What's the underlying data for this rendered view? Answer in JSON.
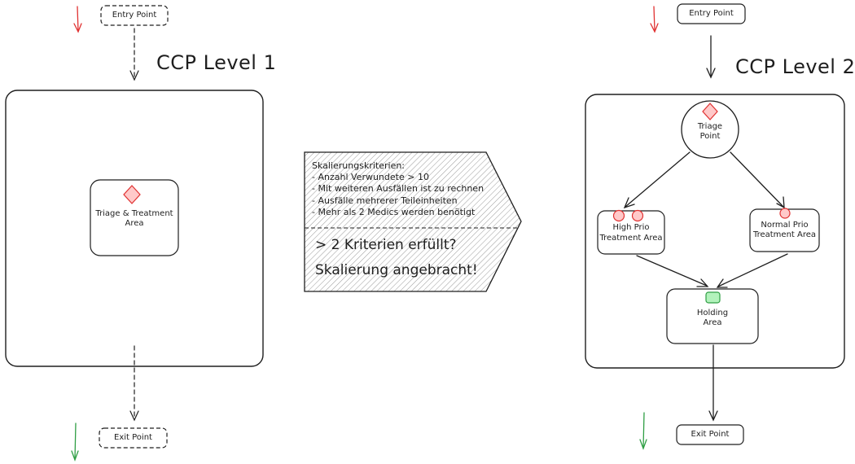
{
  "level1": {
    "title": "CCP Level 1",
    "entry_label": "Entry Point",
    "exit_label": "Exit Point",
    "area_label_line1": "Triage & Treatment",
    "area_label_line2": "Area"
  },
  "level2": {
    "title": "CCP Level 2",
    "entry_label": "Entry Point",
    "exit_label": "Exit Point",
    "triage_line1": "Triage",
    "triage_line2": "Point",
    "high_line1": "High Prio",
    "high_line2": "Treatment Area",
    "normal_line1": "Normal Prio",
    "normal_line2": "Treatment Area",
    "holding_line1": "Holding",
    "holding_line2": "Area"
  },
  "criteria": {
    "heading": "Skalierungskriterien:",
    "items": [
      "- Anzahl Verwundete > 10",
      "- Mit weiteren Ausfällen ist zu rechnen",
      "- Ausfälle mehrerer Teileinheiten",
      "- Mehr als 2 Medics werden benötigt"
    ],
    "conclusion_line1": "> 2 Kriterien erfüllt?",
    "conclusion_line2": "Skalierung angebracht!"
  },
  "colors": {
    "stroke": "#1e1e1e",
    "red_arrow": "#e03131",
    "green_arrow": "#2f9e44",
    "red_fill": "#ffc9c9",
    "red_stroke": "#e03131",
    "green_fill": "#b2f2bb",
    "green_stroke": "#2f9e44",
    "hatch": "#9a9a9a"
  }
}
